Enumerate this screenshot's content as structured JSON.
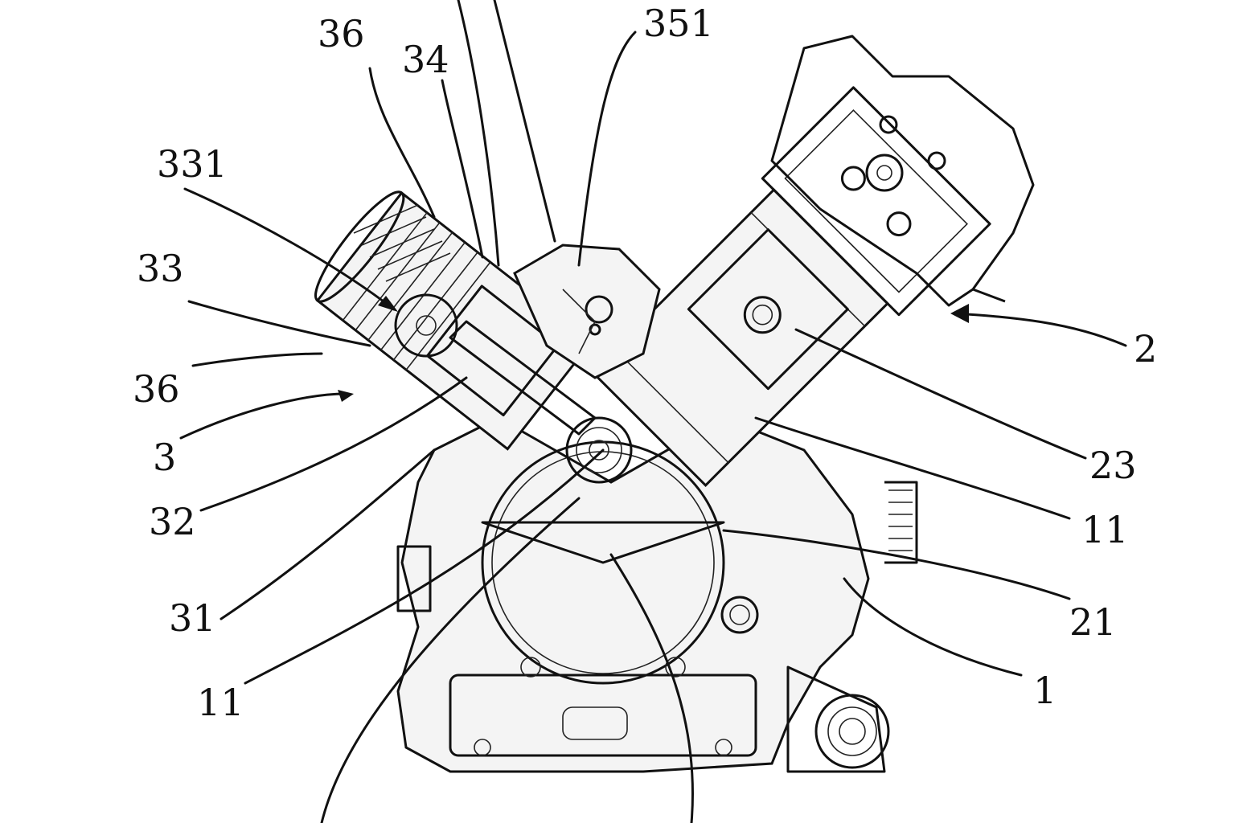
{
  "figure": {
    "labels": {
      "l351": "351",
      "l36_top": "36",
      "l34": "34",
      "l331": "331",
      "l33": "33",
      "l36_mid": "36",
      "l3": "3",
      "l32": "32",
      "l31": "31",
      "l11_left": "11",
      "l2": "2",
      "l23": "23",
      "l11_right": "11",
      "l21": "21",
      "l1": "1"
    }
  }
}
